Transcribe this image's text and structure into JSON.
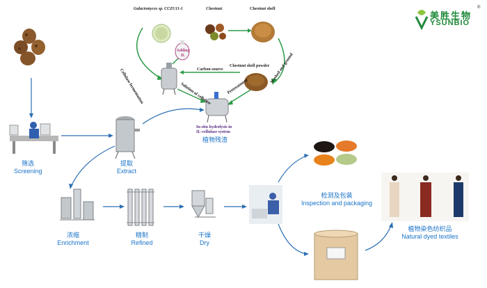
{
  "brand": {
    "name_cn": "美胜生物",
    "name_en": "YSUNBIO",
    "reg_mark": "®",
    "color": "#1f8a3a"
  },
  "top_cycle": {
    "galacto": "Galactomyces sp. CCZU11-1",
    "chestnut": "Chestnut",
    "chestnut_shell": "Chestnut shell",
    "adding_il": "Adding IL",
    "chestnut_shell_powder": "Chestnut shell powder",
    "carbon_source": "Carbon source",
    "cellulase_fermentation": "Cellulase fermentation",
    "solution_of_cellulase": "Solution of cellulase",
    "pretreatment": "Pretreatment",
    "washed_ground": "Washed and ground",
    "insitu_line1": "In-situ hydrolysis in",
    "insitu_line2": "IL-cellulase system",
    "residue_cn": "植物残渣"
  },
  "steps": {
    "screening": {
      "cn": "筛选",
      "en": "Screening"
    },
    "extract": {
      "cn": "提取",
      "en": "Extract"
    },
    "enrichment": {
      "cn": "浓缩",
      "en": "Enrichment"
    },
    "refined": {
      "cn": "精制",
      "en": "Refined"
    },
    "dry": {
      "cn": "干燥",
      "en": "Dry"
    },
    "inspection": {
      "cn": "检测及包装",
      "en": "Inspection and packaging"
    },
    "textiles": {
      "cn": "植物染色纺织品",
      "en": "Natural dyed textiles"
    }
  },
  "colors": {
    "arrow_blue": "#2b6fb3",
    "arrow_green": "#2e9b48",
    "label_blue": "#1a73c8",
    "label_purple": "#5b2a86"
  }
}
